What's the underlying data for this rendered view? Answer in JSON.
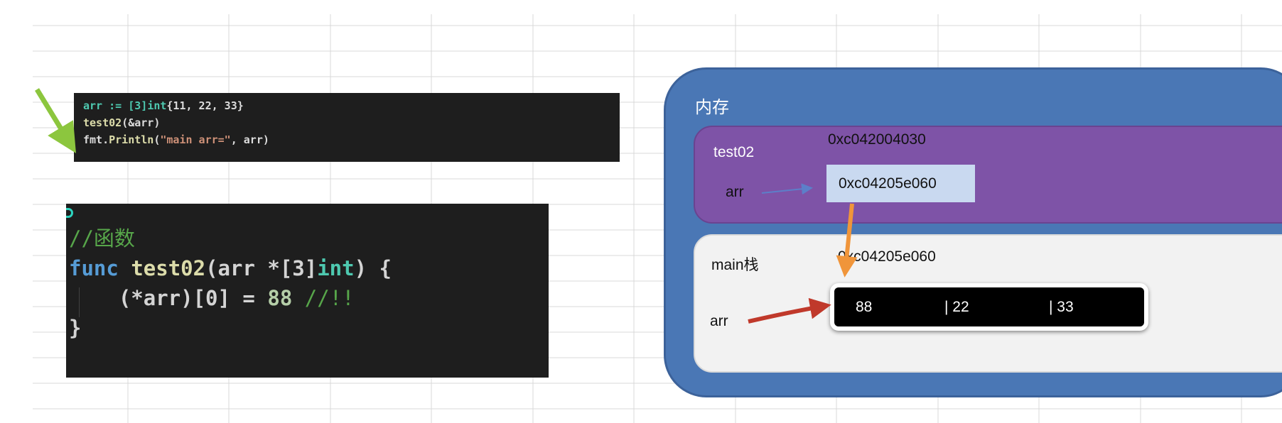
{
  "code_snippet": {
    "line1": {
      "a": "arr := [3]",
      "b": "int",
      "c": "{11, 22, 33}"
    },
    "line2": {
      "a": "test02",
      "b": "(&arr)"
    },
    "line3": {
      "a": "fmt.",
      "b": "Println",
      "c": "(",
      "d": "\"main arr=\"",
      "e": ", arr)"
    }
  },
  "code_function": {
    "comment": "//函数",
    "sig": {
      "kw": "func",
      "name": "test02",
      "open": "(arr *[3]",
      "type": "int",
      "close": ") {"
    },
    "body": {
      "a": "    (*arr)[0] = ",
      "num": "88",
      "cmt": " //!!"
    },
    "end": "}"
  },
  "memory": {
    "title": "内存",
    "test02_frame": {
      "label": "test02",
      "address": "0xc042004030",
      "var_label": "arr",
      "value": "0xc04205e060"
    },
    "main_frame": {
      "label": "main栈",
      "address": "0xc04205e060",
      "var_label": "arr",
      "cells": [
        "88",
        "| 22",
        "| 33"
      ]
    }
  },
  "colors": {
    "memory_bg": "#4a77b5",
    "test02_bg": "#7e53a7",
    "main_bg": "#f2f2f2",
    "pointer_arrow": "#f0953a",
    "var_arrow": "#c0392b",
    "exec_arrow": "#8cc63e"
  }
}
